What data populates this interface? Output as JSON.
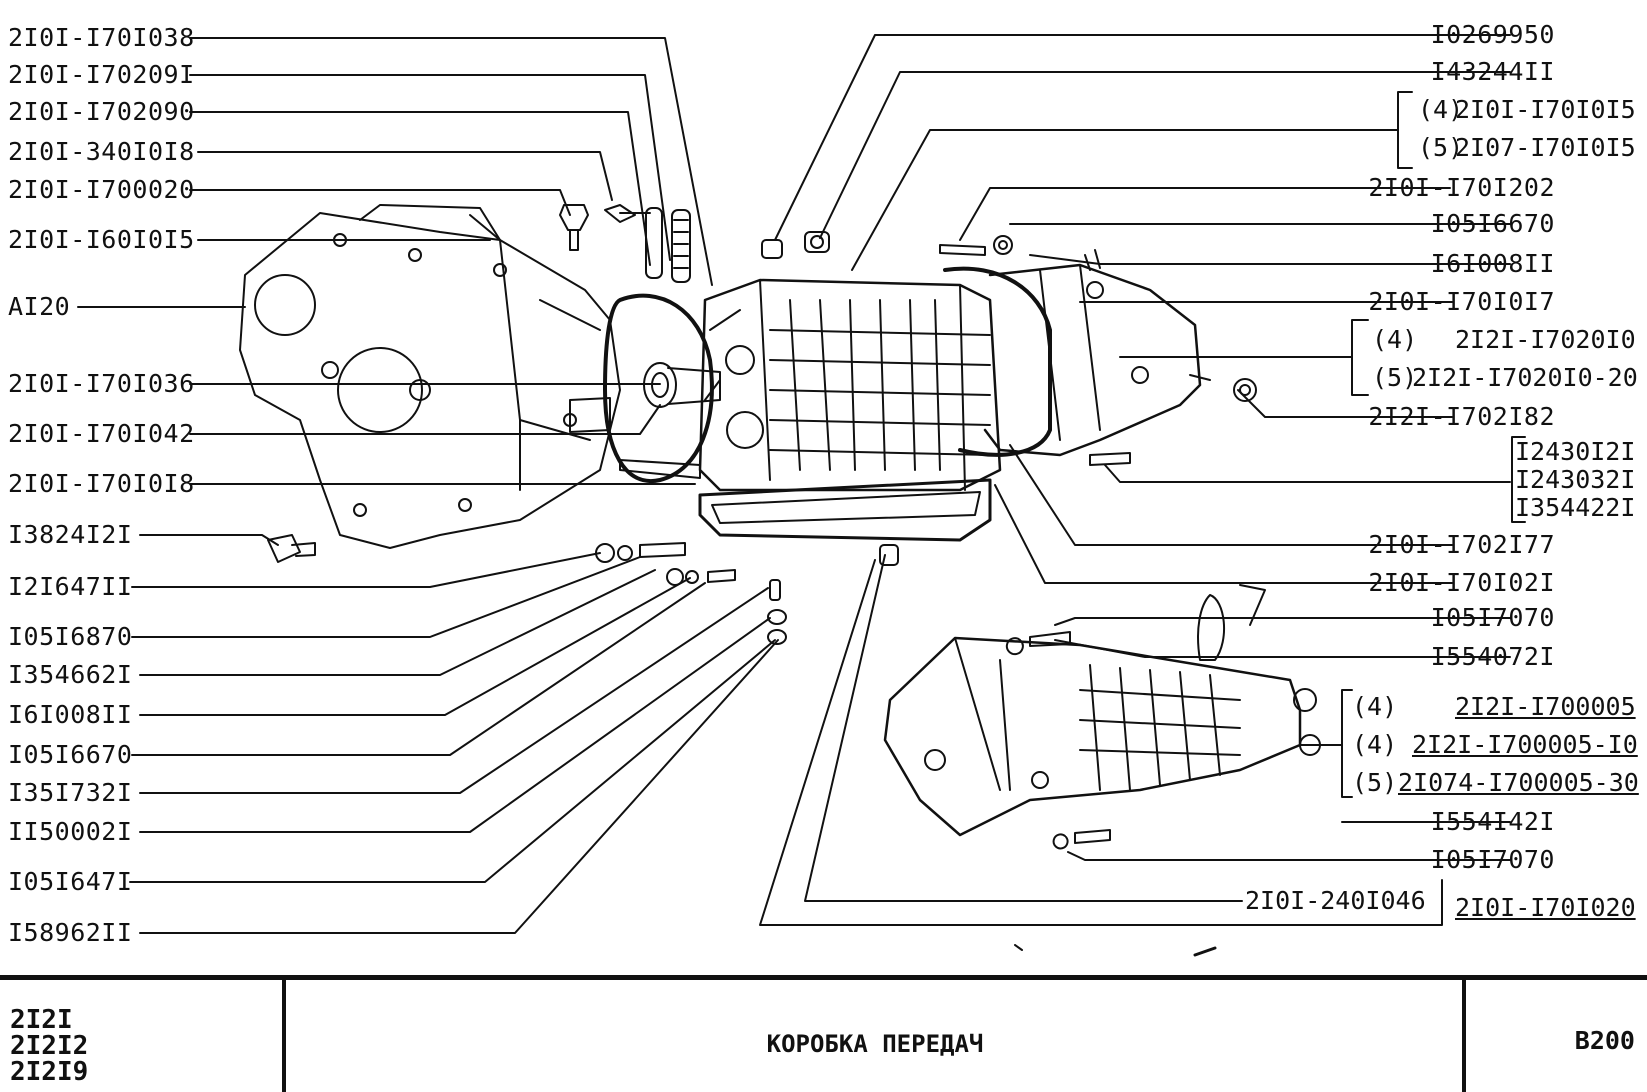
{
  "left_labels": [
    "2I0I-I70I038",
    "2I0I-I70209I",
    "2I0I-I702090",
    "2I0I-340I0I8",
    "2I0I-I700020",
    "2I0I-I60I0I5",
    "AI20",
    "2I0I-I70I036",
    "2I0I-I70I042",
    "2I0I-I70I0I8",
    "I3824I2I",
    "I2I647II",
    "I05I6870",
    "I354662I",
    "I6I008II",
    "I05I6670",
    "I35I732I",
    "II50002I",
    "I05I647I",
    "I58962II"
  ],
  "right_labels": [
    "I0269950",
    "I43244II",
    "2I0I-I70I202",
    "I05I6670",
    "I6I008II",
    "2I0I-I70I0I7",
    "2I2I-I702I82",
    "2I0I-I702I77",
    "2I0I-I70I02I",
    "I05I7070",
    "I554072I",
    "I554I42I",
    "I05I7070"
  ],
  "groups": {
    "g1": [
      {
        "variant": "(4)",
        "code": "2I0I-I70I0I5"
      },
      {
        "variant": "(5)",
        "code": "2I07-I70I0I5"
      }
    ],
    "g2": [
      {
        "variant": "(4)",
        "code": "2I2I-I7020I0"
      },
      {
        "variant": "(5)",
        "code": "2I2I-I7020I0-20"
      }
    ],
    "g3": [
      "I2430I2I",
      "I243032I",
      "I354422I"
    ],
    "g4": [
      {
        "variant": "(4)",
        "code": "2I2I-I700005"
      },
      {
        "variant": "(4)",
        "code": "2I2I-I700005-I0"
      },
      {
        "variant": "(5)",
        "code": "2I074-I700005-30"
      }
    ]
  },
  "bottom_labels": {
    "seal": "2I0I-240I046",
    "assembly": "2I0I-I70I020"
  },
  "footer": {
    "models": [
      "2I2I",
      "2I2I2",
      "2I2I9"
    ],
    "title": "КОРОБКА ПЕРЕДАЧ",
    "code": "В200"
  }
}
